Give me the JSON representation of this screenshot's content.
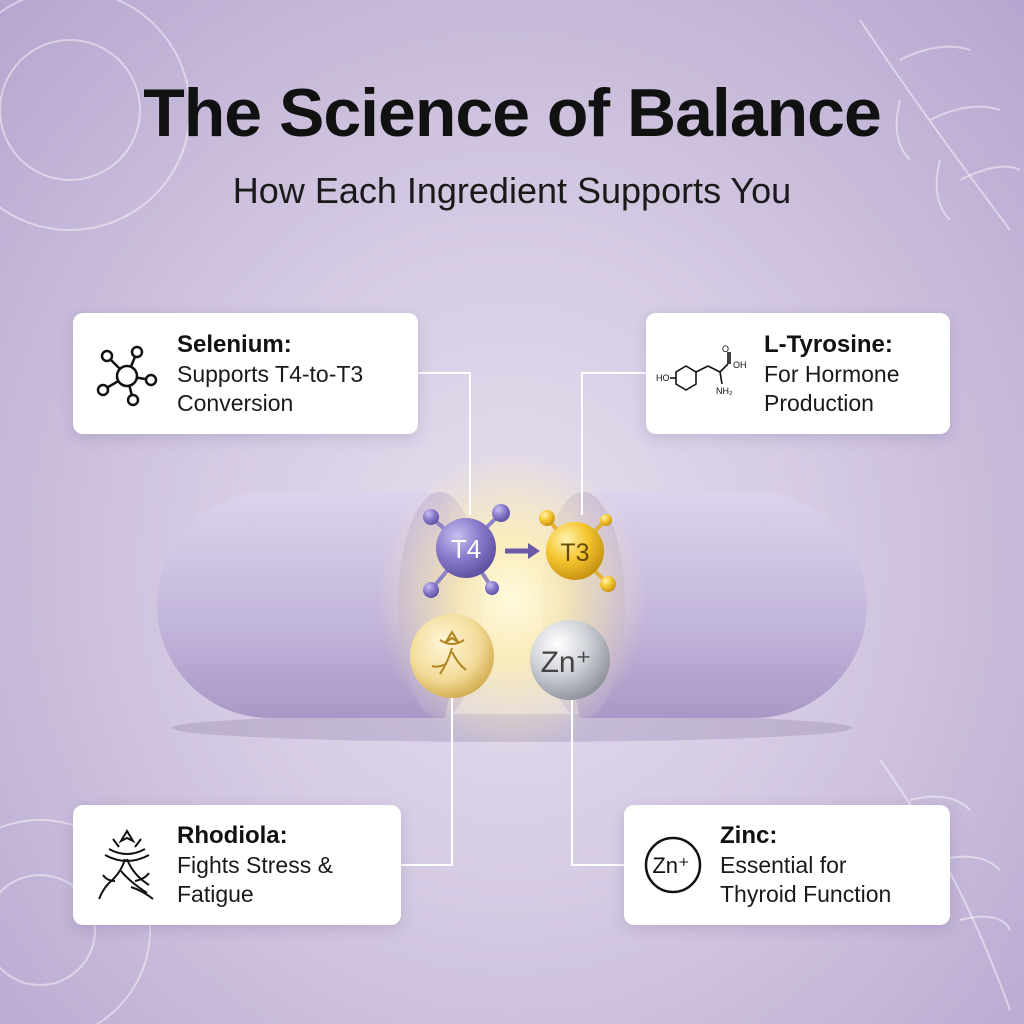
{
  "header": {
    "title": "The Science of Balance",
    "subtitle": "How Each Ingredient Supports You"
  },
  "ingredients": [
    {
      "id": "selenium",
      "name": "Selenium:",
      "desc_lines": [
        "Supports T4-to-T3",
        "Conversion"
      ],
      "icon": "molecule-network-icon"
    },
    {
      "id": "tyrosine",
      "name": "L-Tyrosine:",
      "desc_lines": [
        "For Hormone",
        "Production"
      ],
      "icon": "tyrosine-structure-icon",
      "icon_labels": {
        "ho": "HO",
        "oh": "OH",
        "nh2": "NH₂"
      }
    },
    {
      "id": "rhodiola",
      "name": "Rhodiola:",
      "desc_lines": [
        "Fights Stress &",
        "Fatigue"
      ],
      "icon": "rhodiola-root-icon"
    },
    {
      "id": "zinc",
      "name": "Zinc:",
      "desc_lines": [
        "Essential for",
        "Thyroid Function"
      ],
      "icon": "zinc-ion-icon",
      "icon_label": "Zn⁺"
    }
  ],
  "capsule": {
    "t4_label": "T4",
    "t3_label": "T3",
    "zinc_label": "Zn⁺",
    "colors": {
      "shell": "#c9bde0",
      "t4": "#7f6fc2",
      "t3": "#f2c230",
      "zinc": "#c9ccd2",
      "glow": "#fff3b0"
    }
  }
}
